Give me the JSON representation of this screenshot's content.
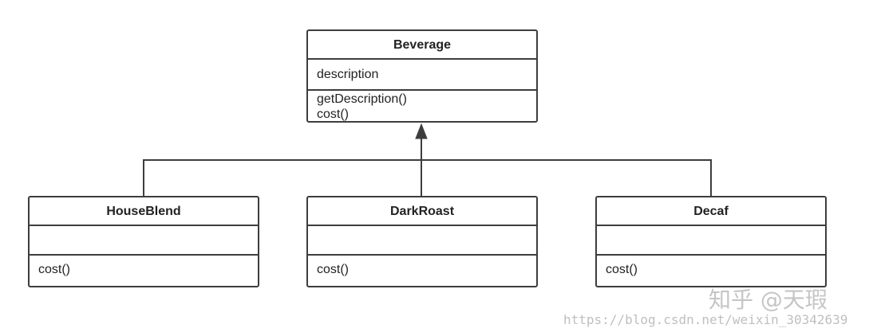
{
  "diagram": {
    "parent": {
      "name": "Beverage",
      "attributes": [
        "description"
      ],
      "methods": [
        "getDescription()",
        "cost()"
      ]
    },
    "children": [
      {
        "name": "HouseBlend",
        "attributes": [],
        "methods": [
          "cost()"
        ]
      },
      {
        "name": "DarkRoast",
        "attributes": [],
        "methods": [
          "cost()"
        ]
      },
      {
        "name": "Decaf",
        "attributes": [],
        "methods": [
          "cost()"
        ]
      }
    ],
    "relationship": "generalization",
    "colors": {
      "line": "#3d3d3d",
      "background": "#ffffff"
    }
  },
  "watermark": {
    "brand": "知乎 @天瑕",
    "url": "https://blog.csdn.net/weixin_30342639"
  }
}
